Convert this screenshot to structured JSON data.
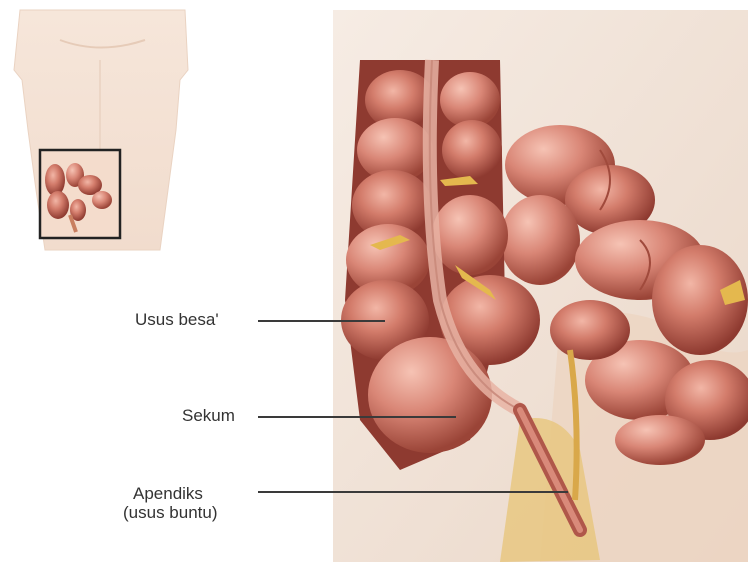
{
  "labels": {
    "large_intestine": "Usus besa'",
    "cecum": "Sekum",
    "appendix_line1": "Apendiks",
    "appendix_line2": "(usus buntu)"
  },
  "colors": {
    "background": "#ffffff",
    "tissue": "#c86a5c",
    "tissue_dark": "#8e3a30",
    "tissue_light": "#e6a898",
    "skin": "#f3e0d2",
    "fat": "#e8c06a",
    "backdrop": "#f1e4da"
  }
}
